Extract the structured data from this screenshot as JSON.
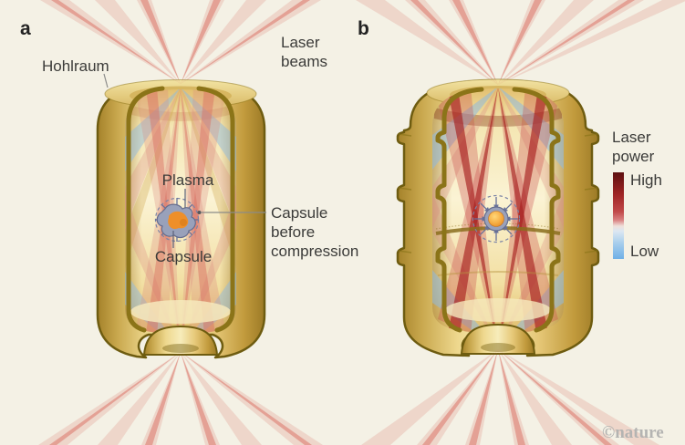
{
  "figure": {
    "background": "#f4f1e5",
    "description": "Cutaway diagrams of two laser-fusion hohlraums with laser beams entering top and bottom holes"
  },
  "panel_a": {
    "letter": "a"
  },
  "panel_b": {
    "letter": "b"
  },
  "annotations": {
    "hohlraum": "Hohlraum",
    "laser_beams": {
      "line1": "Laser",
      "line2": "beams"
    },
    "plasma": "Plasma",
    "capsule": "Capsule",
    "capsule_before": {
      "line1": "Capsule",
      "line2": "before",
      "line3": "compression"
    }
  },
  "legend": {
    "title": {
      "line1": "Laser",
      "line2": "power"
    },
    "high_label": "High",
    "low_label": "Low",
    "high_color": "#5e1010",
    "low_color": "#6fb0e6"
  },
  "watermark": "©nature",
  "palette": {
    "background": "#f4f1e5",
    "gold_light": "#f3e6ae",
    "gold_mid": "#d8b55c",
    "gold_dark": "#9c7a26",
    "gold_outline": "#6e5c10",
    "channel": "#8b7418",
    "beam_pink": "#dc8b80",
    "beam_pink_core": "#d96c60",
    "beam_red_core": "#a82020",
    "beam_blue": "#8fb9de",
    "capsule_core_orange": "#ee8f2a",
    "capsule_shell_slate": "#99a1ba",
    "arrow_slate": "#67719a",
    "label_text": "#3b3b39"
  }
}
